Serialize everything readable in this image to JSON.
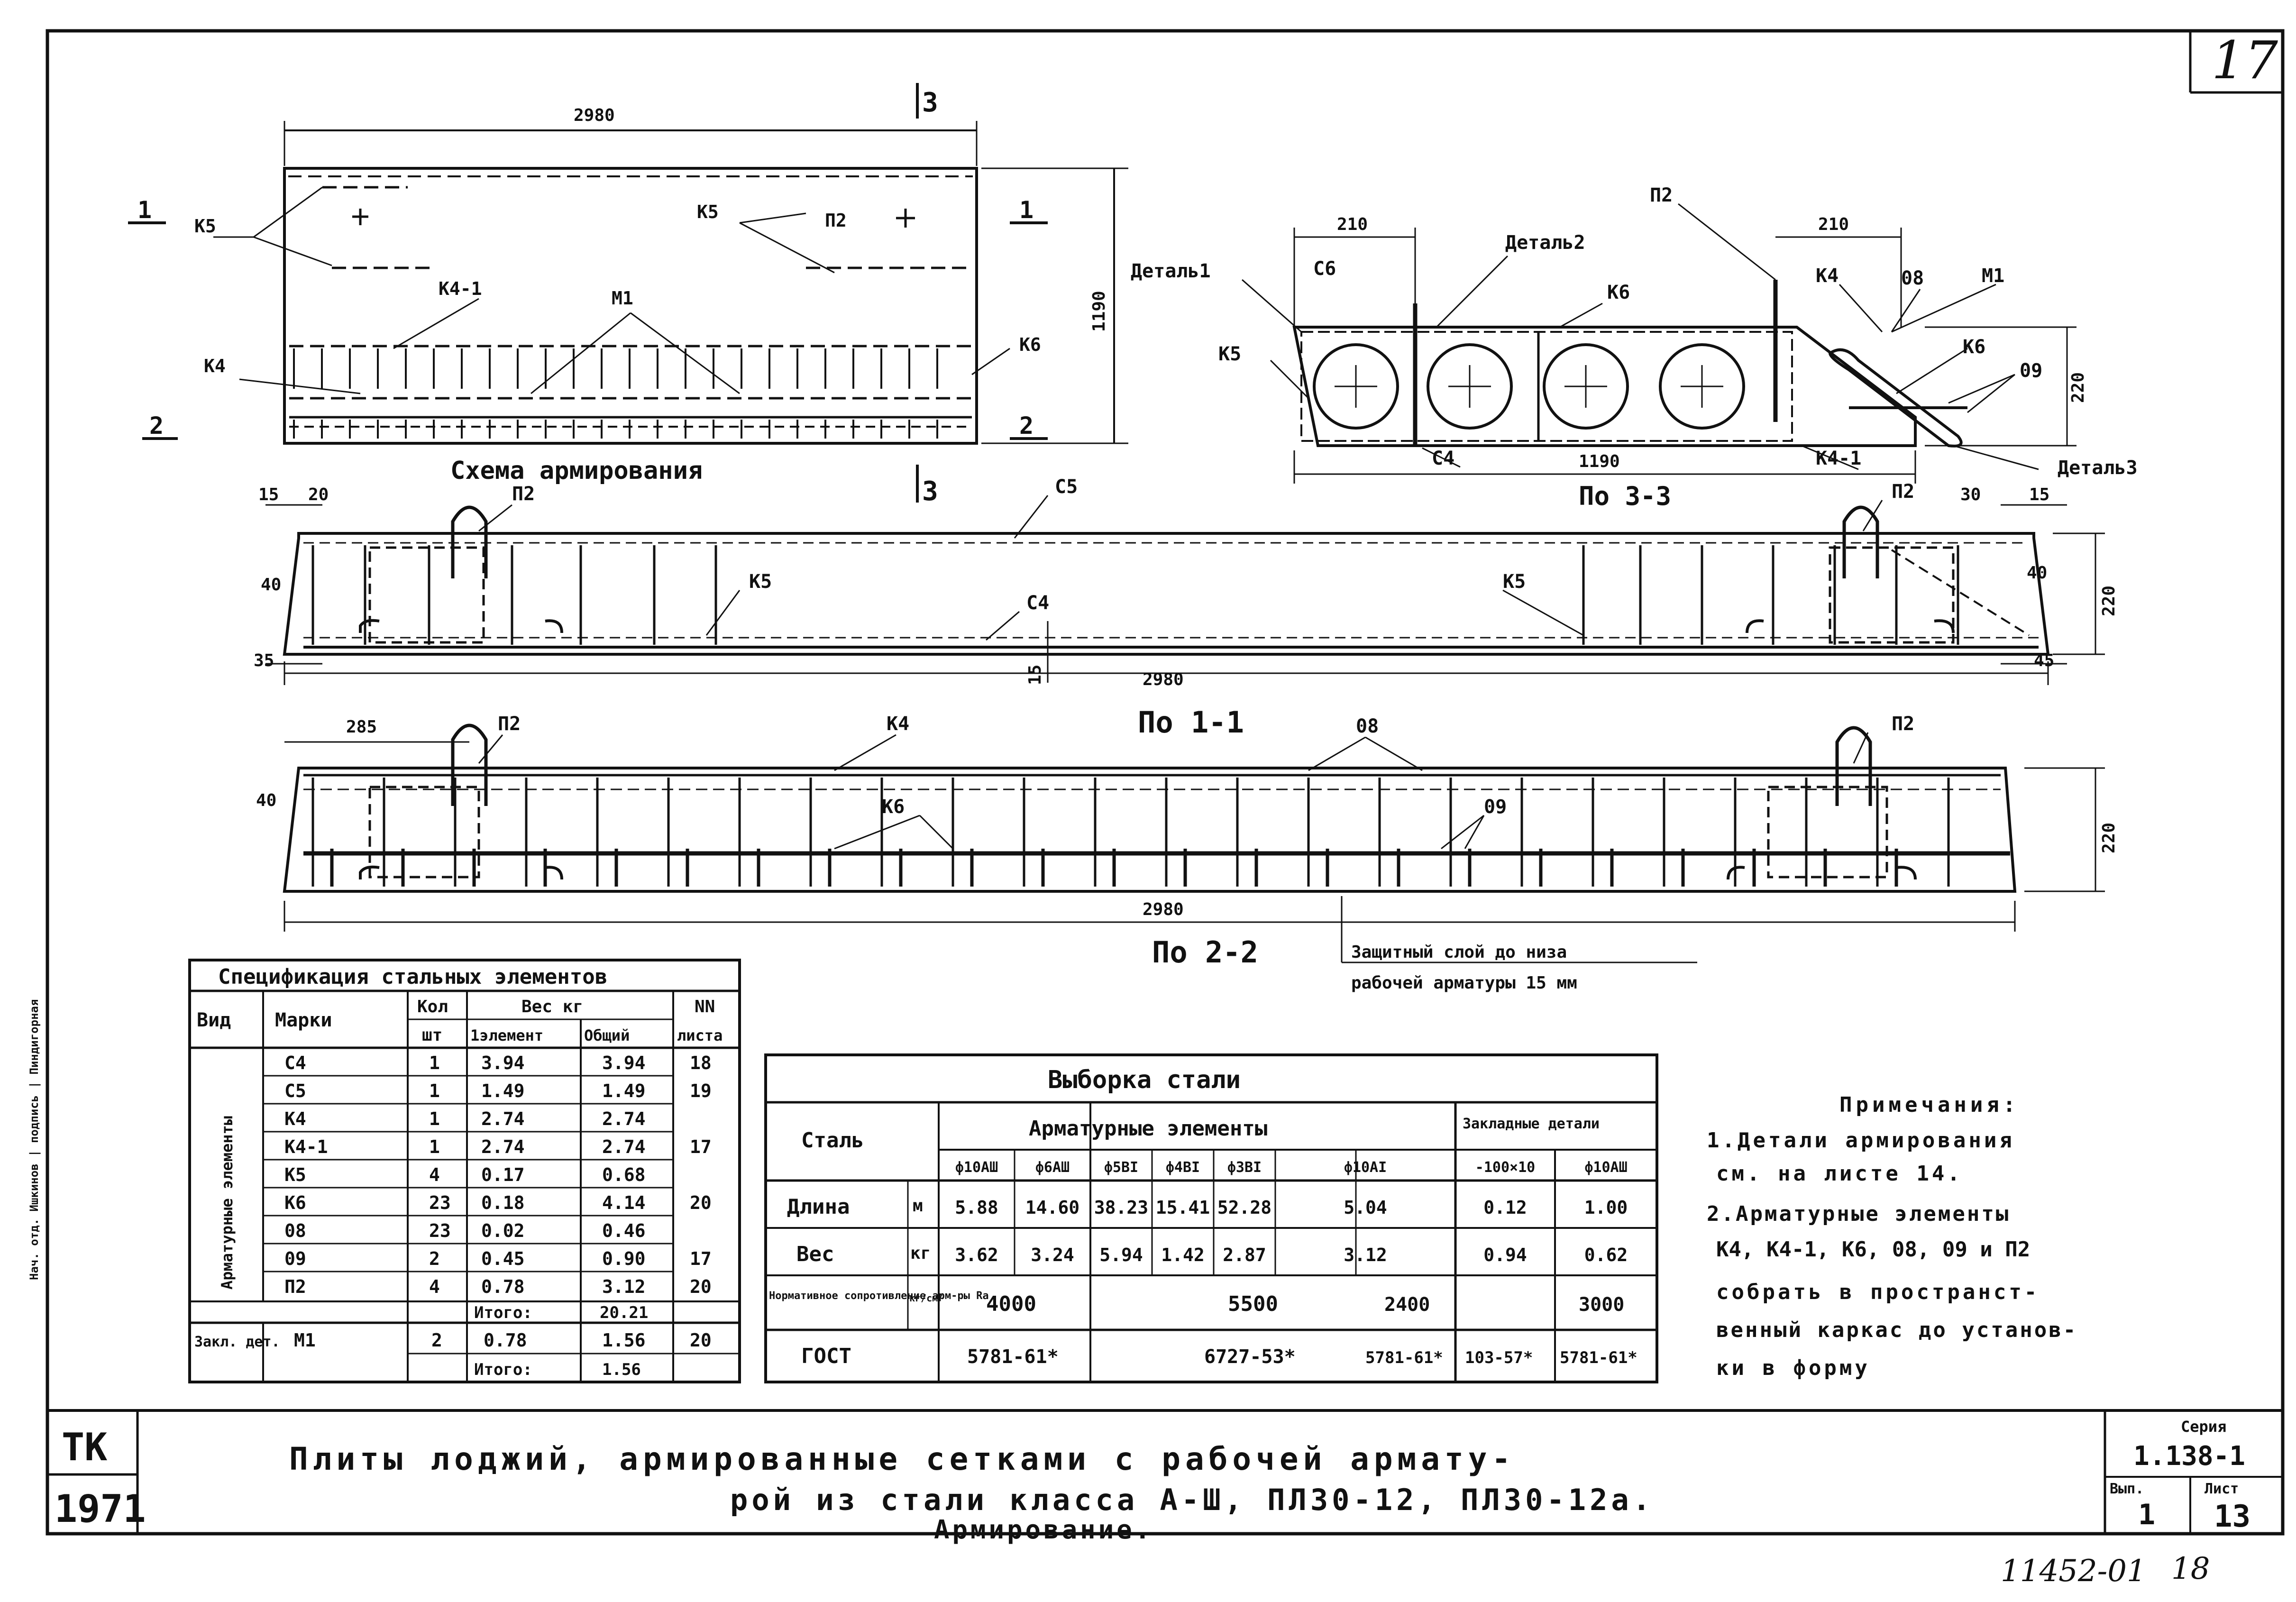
{
  "sheet_no": "17",
  "stamp_series_no": "1.138-1",
  "stamp_page_label": "Серия",
  "issue_label": "Вып.",
  "issue_no": "1",
  "page_label": "Лист",
  "page_no": "13",
  "archive_no": "11452-01",
  "archive_page": "18",
  "org": "ТК",
  "year": "1971",
  "title_line1": "Плиты лоджий, армированные сетками с рабочей армату-",
  "title_line2": "рой из стали класса А-Ш, ПЛ30-12, ПЛ30-12а.",
  "title_line3": "Армирование.",
  "margin_text": "Нач. отд. Ишкинов | подпись | Пиндигорная",
  "scheme": {
    "title": "Схема армирования",
    "width_dim": "2980",
    "height_dim": "1190",
    "cut3": "3",
    "cut1": "1",
    "cut2": "2",
    "labels": [
      "К5",
      "К5",
      "П2",
      "К4-1",
      "М1",
      "К4",
      "К6"
    ]
  },
  "section33": {
    "title": "По 3-3",
    "dim_left": "210",
    "dim_right": "210",
    "dim_total": "1190",
    "dim_height": "220",
    "labels": [
      "Деталь1",
      "С6",
      "Деталь2",
      "К6",
      "К5",
      "П2",
      "К4",
      "08",
      "М1",
      "К6",
      "09",
      "С4",
      "К4-1",
      "Деталь3"
    ]
  },
  "section11": {
    "title": "По 1-1",
    "dims": [
      "15",
      "20",
      "40",
      "35",
      "2980",
      "15",
      "30",
      "15",
      "40",
      "220",
      "45"
    ],
    "labels": [
      "П2",
      "С5",
      "К5",
      "С4",
      "К5",
      "П2"
    ]
  },
  "section22": {
    "title": "По 2-2",
    "dims": [
      "285",
      "40",
      "2980",
      "220"
    ],
    "labels": [
      "П2",
      "К4",
      "08",
      "К6",
      "09",
      "П2"
    ],
    "note_line1": "Защитный слой до низа",
    "note_line2": "рабочей арматуры 15 мм"
  },
  "spec": {
    "title": "Спецификация стальных элементов",
    "headers": {
      "vid": "Вид",
      "marka": "Марки",
      "kol": "Кол",
      "sht": "шт",
      "ves": "Вес кг",
      "one": "1элемент",
      "total": "Общий",
      "nn": "NN",
      "list": "листа"
    },
    "group1": "Арматурные элементы",
    "rows": [
      {
        "marka": "С4",
        "kol": "1",
        "one": "3.94",
        "total": "3.94",
        "list": "18"
      },
      {
        "marka": "С5",
        "kol": "1",
        "one": "1.49",
        "total": "1.49",
        "list": "19"
      },
      {
        "marka": "К4",
        "kol": "1",
        "one": "2.74",
        "total": "2.74",
        "list": ""
      },
      {
        "marka": "К4-1",
        "kol": "1",
        "one": "2.74",
        "total": "2.74",
        "list": "17"
      },
      {
        "marka": "К5",
        "kol": "4",
        "one": "0.17",
        "total": "0.68",
        "list": ""
      },
      {
        "marka": "К6",
        "kol": "23",
        "one": "0.18",
        "total": "4.14",
        "list": "20"
      },
      {
        "marka": "08",
        "kol": "23",
        "one": "0.02",
        "total": "0.46",
        "list": ""
      },
      {
        "marka": "09",
        "kol": "2",
        "one": "0.45",
        "total": "0.90",
        "list": "17"
      },
      {
        "marka": "П2",
        "kol": "4",
        "one": "0.78",
        "total": "3.12",
        "list": "20"
      }
    ],
    "itogo1_label": "Итого:",
    "itogo1": "20.21",
    "group2": "Закл. дет.",
    "row2": {
      "marka": "М1",
      "kol": "2",
      "one": "0.78",
      "total": "1.56",
      "list": "20"
    },
    "itogo2_label": "Итого:",
    "itogo2": "1.56"
  },
  "vyborka": {
    "title": "Выборка стали",
    "stal": "Сталь",
    "arm": "Арматурные элементы",
    "zakl": "Закладные детали",
    "cols": [
      "ф10АШ",
      "ф6АШ",
      "ф5ВI",
      "ф4ВI",
      "ф3ВI",
      "ф10АI",
      "-100×10",
      "ф10АШ"
    ],
    "row_len_label": "Длина",
    "row_len_unit": "м",
    "row_len": [
      "5.88",
      "14.60",
      "38.23",
      "15.41",
      "52.28",
      "5.04",
      "0.12",
      "1.00"
    ],
    "row_w_label": "Вес",
    "row_w_unit": "кг",
    "row_w": [
      "3.62",
      "3.24",
      "5.94",
      "1.42",
      "2.87",
      "3.12",
      "0.94",
      "0.62"
    ],
    "row_r_label": "Нормативное сопротивление арм-ры Rа",
    "row_r_unit": "кг/см²",
    "row_r": [
      "4000",
      "5500",
      "2400",
      "",
      "3000"
    ],
    "row_g_label": "ГОСТ",
    "row_g": [
      "5781-61*",
      "6727-53*",
      "5781-61*",
      "103-57*",
      "5781-61*"
    ]
  },
  "notes": {
    "title": "Примечания:",
    "n1a": "1.Детали армирования",
    "n1b": "см. на листе 14.",
    "n2a": "2.Арматурные элементы",
    "n2b": "К4, К4-1, К6, 08, 09 и П2",
    "n2c": "собрать в пространст-",
    "n2d": "венный каркас до установ-",
    "n2e": "ки в форму"
  }
}
